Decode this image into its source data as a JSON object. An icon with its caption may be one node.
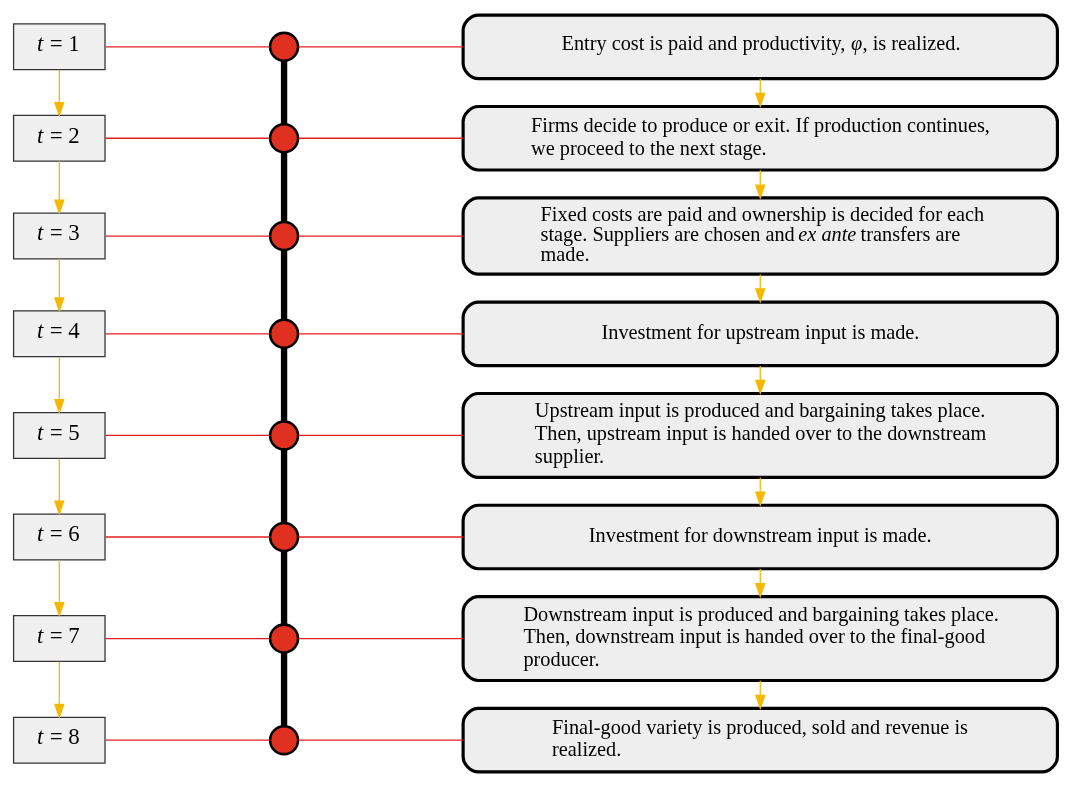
{
  "diagram": {
    "nodes": [
      {
        "text": [
          "*t* = 1"
        ]
      },
      {
        "text": [],
        "shape": "circle"
      },
      {
        "text": [
          "Entry cost is paid and productivity, *φ*, is realized."
        ]
      },
      {
        "text": [
          "*t* = 2"
        ]
      },
      {
        "text": [],
        "shape": "circle"
      },
      {
        "text": [
          "Firms decide to produce or exit. If production continues, we proceed to the next stage."
        ]
      },
      {
        "text": [
          "*t* = 3"
        ]
      },
      {
        "text": [],
        "shape": "circle"
      },
      {
        "text": [
          "Fixed costs are paid and ownership is decided for each stage. Suppliers are chosen and *ex ante* transfers are made."
        ]
      },
      {
        "text": [
          "*t* = 4"
        ]
      },
      {
        "text": [],
        "shape": "circle"
      },
      {
        "text": [
          "Investment for upstream input is made."
        ]
      },
      {
        "text": [
          "*t* = 5"
        ]
      },
      {
        "text": [],
        "shape": "circle"
      },
      {
        "text": [
          "Upstream input is produced and bargaining takes place. Then, upstream input is handed over to the downstream supplier."
        ]
      },
      {
        "text": [
          "*t* = 6"
        ]
      },
      {
        "text": [],
        "shape": "circle"
      },
      {
        "text": [
          "Investment for downstream input is made."
        ]
      },
      {
        "text": [
          "*t* = 7"
        ]
      },
      {
        "text": [],
        "shape": "circle"
      },
      {
        "text": [
          "Downstream input is produced and bargaining takes place. Then, downstream input is handed over to the final-good producer."
        ]
      },
      {
        "text": [
          "*t* = 8"
        ]
      },
      {
        "text": [],
        "shape": "circle"
      },
      {
        "text": [
          "Final-good variety is produced, sold and revenue is realized."
        ]
      }
    ],
    "edges": [
      {
        "from": 0,
        "to": 1,
        "arrow": "none"
      },
      {
        "from": 1,
        "to": 2,
        "arrow": "none"
      },
      {
        "from": 3,
        "to": 4,
        "arrow": "none"
      },
      {
        "from": 4,
        "to": 5,
        "arrow": "none"
      },
      {
        "from": 6,
        "to": 7,
        "arrow": "none"
      },
      {
        "from": 7,
        "to": 8,
        "arrow": "none"
      },
      {
        "from": 9,
        "to": 10,
        "arrow": "none"
      },
      {
        "from": 10,
        "to": 11,
        "arrow": "none"
      },
      {
        "from": 12,
        "to": 13,
        "arrow": "none"
      },
      {
        "from": 13,
        "to": 14,
        "arrow": "none"
      },
      {
        "from": 15,
        "to": 16,
        "arrow": "none"
      },
      {
        "from": 16,
        "to": 17,
        "arrow": "none"
      },
      {
        "from": 18,
        "to": 19,
        "arrow": "none"
      },
      {
        "from": 19,
        "to": 20,
        "arrow": "none"
      },
      {
        "from": 21,
        "to": 22,
        "arrow": "none"
      },
      {
        "from": 22,
        "to": 23,
        "arrow": "none"
      },
      {
        "from": 0,
        "to": 3,
        "arrow": "to",
        "color": "#f5b800"
      },
      {
        "from": 3,
        "to": 6,
        "arrow": "to",
        "color": "#f5b800"
      },
      {
        "from": 6,
        "to": 9,
        "arrow": "to",
        "color": "#f5b800"
      },
      {
        "from": 9,
        "to": 12,
        "arrow": "to",
        "color": "#f5b800"
      },
      {
        "from": 12,
        "to": 15,
        "arrow": "to",
        "color": "#f5b800"
      },
      {
        "from": 15,
        "to": 18,
        "arrow": "to",
        "color": "#f5b800"
      },
      {
        "from": 18,
        "to": 21,
        "arrow": "to",
        "color": "#f5b800"
      },
      {
        "from": 2,
        "to": 5,
        "arrow": "to",
        "color": "#f5b800"
      },
      {
        "from": 5,
        "to": 8,
        "arrow": "to",
        "color": "#f5b800"
      },
      {
        "from": 8,
        "to": 11,
        "arrow": "to",
        "color": "#f5b800"
      },
      {
        "from": 11,
        "to": 14,
        "arrow": "to",
        "color": "#f5b800"
      },
      {
        "from": 14,
        "to": 17,
        "arrow": "to",
        "color": "#f5b800"
      },
      {
        "from": 17,
        "to": 20,
        "arrow": "to",
        "color": "#f5b800"
      },
      {
        "from": 20,
        "to": 23,
        "arrow": "to",
        "color": "#f5b800"
      },
      {
        "from": 1,
        "to": 4,
        "arrow": "none",
        "style": "thick",
        "color": "#000000"
      },
      {
        "from": 4,
        "to": 7,
        "arrow": "none",
        "style": "thick",
        "color": "#000000"
      },
      {
        "from": 7,
        "to": 10,
        "arrow": "none",
        "style": "thick",
        "color": "#000000"
      },
      {
        "from": 10,
        "to": 13,
        "arrow": "none",
        "style": "thick",
        "color": "#000000"
      },
      {
        "from": 13,
        "to": 16,
        "arrow": "none",
        "style": "thick",
        "color": "#000000"
      },
      {
        "from": 16,
        "to": 19,
        "arrow": "none",
        "style": "thick",
        "color": "#000000"
      },
      {
        "from": 19,
        "to": 22,
        "arrow": "none",
        "style": "thick",
        "color": "#000000"
      }
    ]
  }
}
